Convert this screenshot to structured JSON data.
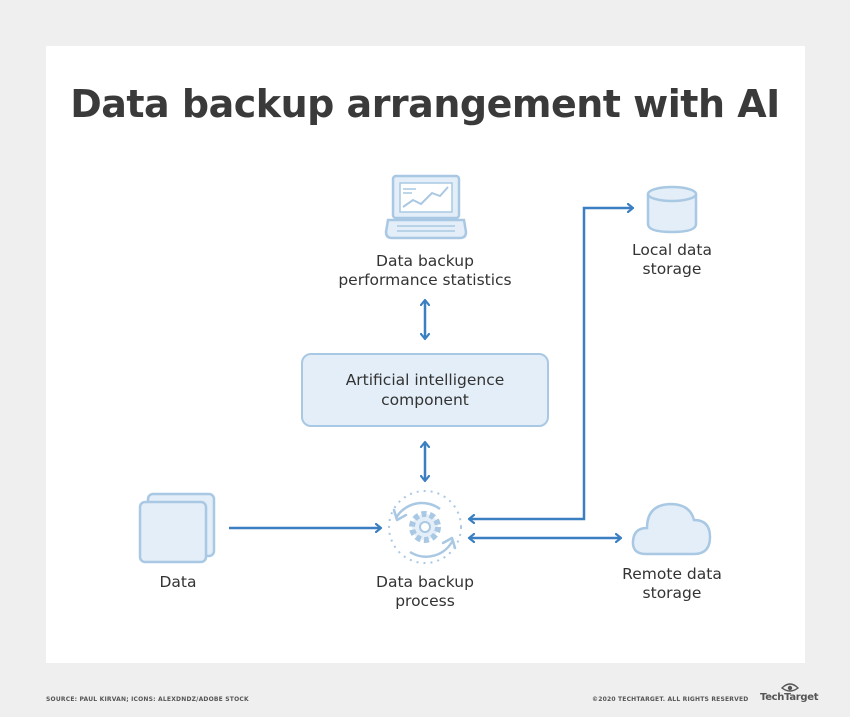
{
  "title": "Data backup arrangement with AI",
  "nodes": {
    "stats": {
      "line1": "Data backup",
      "line2": "performance statistics"
    },
    "ai": {
      "line1": "Artificial intelligence",
      "line2": "component"
    },
    "data": {
      "label": "Data"
    },
    "process": {
      "line1": "Data backup",
      "line2": "process"
    },
    "local": {
      "line1": "Local data",
      "line2": "storage"
    },
    "remote": {
      "line1": "Remote data",
      "line2": "storage"
    }
  },
  "footer": {
    "source": "SOURCE: PAUL KIRVAN; ICONS: ALEXDNDZ/ADOBE STOCK",
    "copyright": "©2020 TECHTARGET. ALL RIGHTS RESERVED",
    "brand": "TechTarget"
  },
  "colors": {
    "arrow": "#3a7fc1",
    "icon_fill": "#e3eef8",
    "icon_stroke": "#a9c8e3",
    "title": "#3a3a3a"
  },
  "icons": {
    "stats": "laptop-chart-icon",
    "data": "folder-icon",
    "process": "gear-cycle-icon",
    "local": "database-icon",
    "remote": "cloud-icon",
    "brand": "eye-logo-icon"
  }
}
